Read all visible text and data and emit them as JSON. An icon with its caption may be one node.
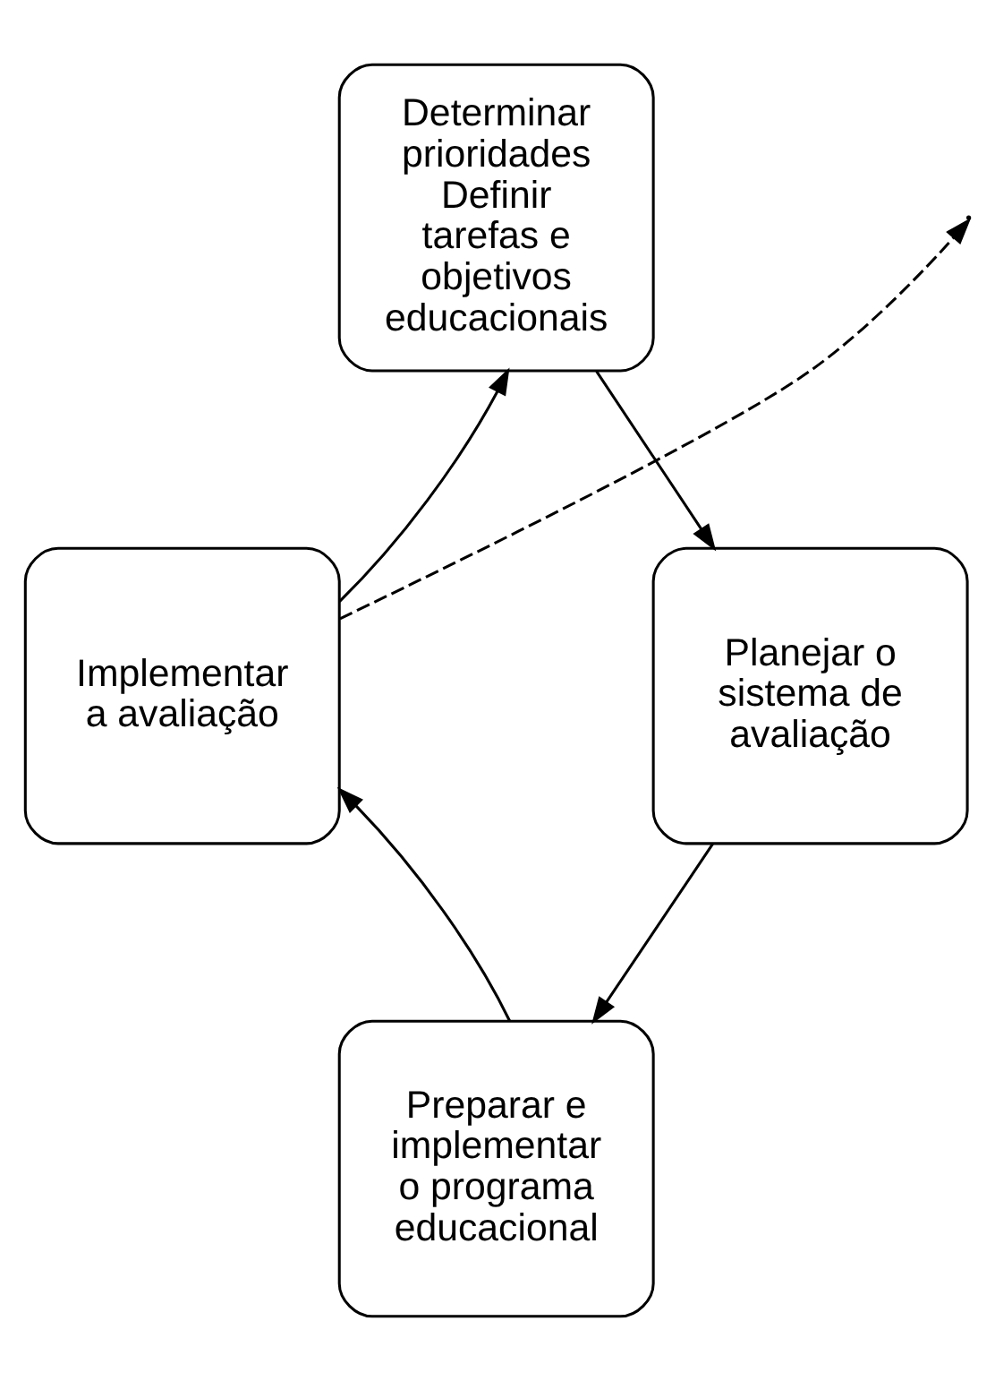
{
  "diagram": {
    "nodes": [
      {
        "text": [
          "Determinar prioridades",
          "Definir tarefas e objetivos educacionais"
        ]
      },
      {
        "text": [
          "Planejar o sistema de avaliação"
        ]
      },
      {
        "text": [
          "Preparar e implementar o programa educacional"
        ]
      },
      {
        "text": [
          "Implementar a avaliação"
        ]
      }
    ],
    "edges": [
      {
        "from": 0,
        "to": 1,
        "arrow": "to"
      },
      {
        "from": 1,
        "to": 2,
        "arrow": "to"
      },
      {
        "from": 2,
        "to": 3,
        "arrow": "to"
      },
      {
        "from": 3,
        "to": 0,
        "arrow": "to"
      },
      {
        "from": 3,
        "to": null,
        "arrow": "to",
        "style": "dashed"
      }
    ]
  }
}
